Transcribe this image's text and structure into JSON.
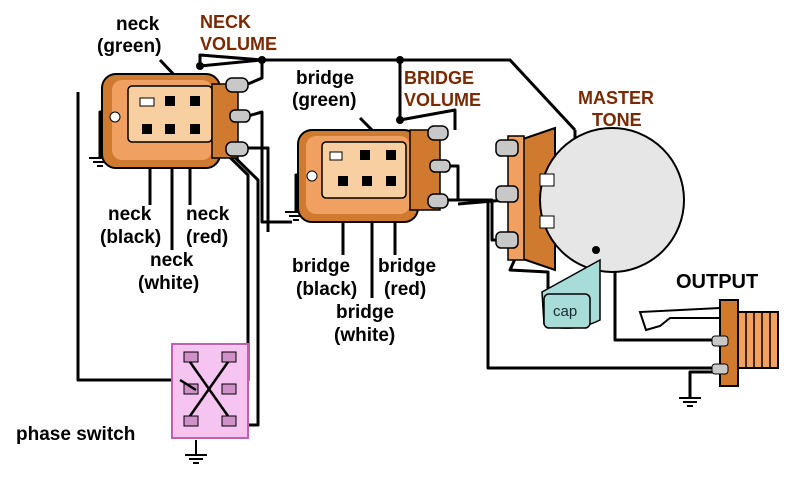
{
  "labels": {
    "neck_volume": [
      "NECK",
      "VOLUME"
    ],
    "bridge_volume": [
      "BRIDGE",
      "VOLUME"
    ],
    "master_tone": [
      "MASTER",
      "TONE"
    ],
    "output": "OUTPUT",
    "neck_green": [
      "neck",
      "(green)"
    ],
    "neck_black": [
      "neck",
      "(black)"
    ],
    "neck_red": [
      "neck",
      "(red)"
    ],
    "neck_white": [
      "neck",
      "(white)"
    ],
    "bridge_green": [
      "bridge",
      "(green)"
    ],
    "bridge_black": [
      "bridge",
      "(black)"
    ],
    "bridge_red": [
      "bridge",
      "(red)"
    ],
    "bridge_white": [
      "bridge",
      "(white)"
    ],
    "phase_switch": "phase switch",
    "cap": "cap"
  },
  "colors": {
    "pot_body": "#f0a060",
    "pot_body_dark": "#d07a30",
    "pot_face": "#f8cfa0",
    "switch_fill": "#f5c4f0",
    "switch_border": "#c060b0",
    "cap_fill": "#a8dcd8",
    "label_brown": "#7a2a00",
    "wire": "#000000",
    "lug_gray": "#c8c8c8"
  }
}
